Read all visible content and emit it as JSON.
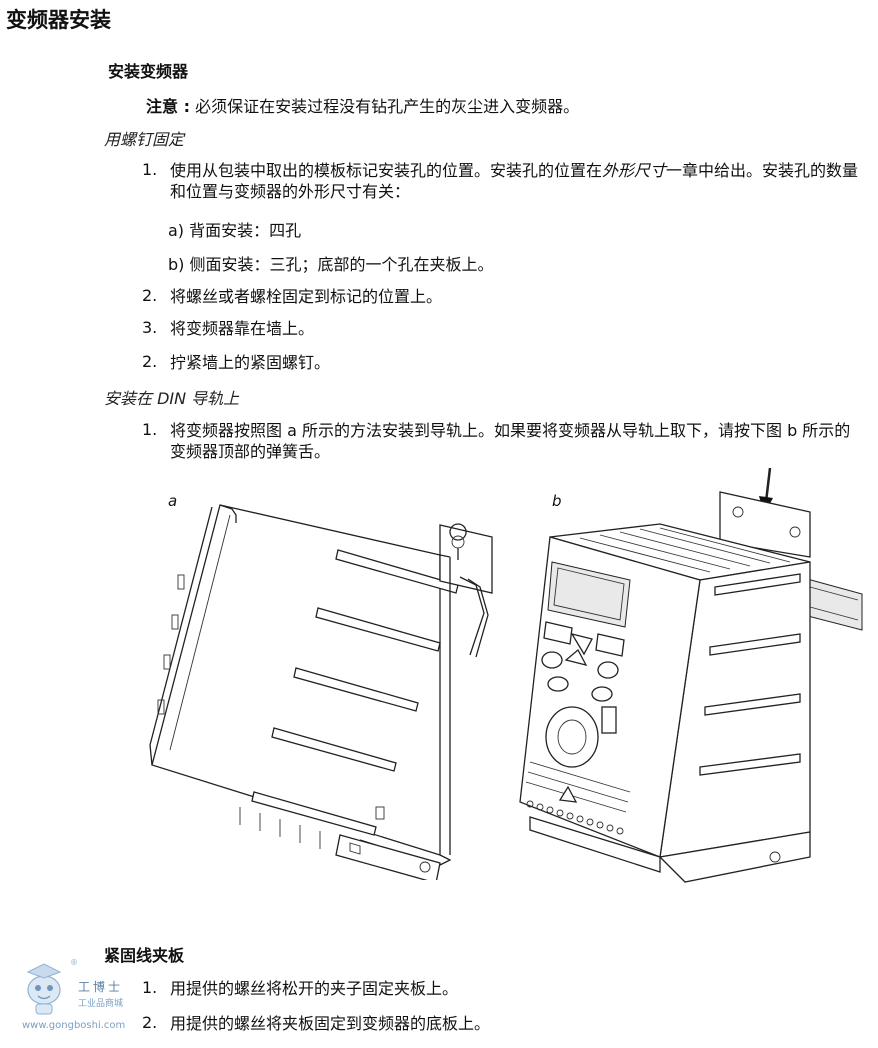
{
  "page": {
    "title": "变频器安装",
    "section1": {
      "heading": "安装变频器",
      "note_label": "注意 :",
      "note_text": " 必须保证在安装过程没有钻孔产生的灰尘进入变频器。",
      "screw_subheading": "用螺钉固定",
      "screw_steps": [
        {
          "num": "1.",
          "text_a": "使用从包装中取出的模板标记安装孔的位置。安装孔的位置在",
          "text_italic": "外形尺寸",
          "text_b": "一章中给出。安装孔的数量和位置与变频器的外形尺寸有关："
        },
        {
          "num": "2.",
          "text": "将螺丝或者螺栓固定到标记的位置上。"
        },
        {
          "num": "3.",
          "text": "将变频器靠在墙上。"
        },
        {
          "num": "2.",
          "text": "拧紧墙上的紧固螺钉。"
        }
      ],
      "screw_substeps": [
        {
          "label": "a)",
          "text": "背面安装：四孔"
        },
        {
          "label": "b)",
          "text": "侧面安装：三孔；底部的一个孔在夹板上。"
        }
      ],
      "din_subheading": "安装在 DIN 导轨上",
      "din_steps": [
        {
          "num": "1.",
          "text": "将变频器按照图 a 所示的方法安装到导轨上。如果要将变频器从导轨上取下，请按下图 b 所示的变频器顶部的弹簧舌。"
        }
      ],
      "figure_labels": {
        "a": "a",
        "b": "b"
      }
    },
    "section2": {
      "heading": "紧固线夹板",
      "steps": [
        {
          "num": "1.",
          "text": "用提供的螺丝将松开的夹子固定夹板上。"
        },
        {
          "num": "2.",
          "text": "用提供的螺丝将夹板固定到变频器的底板上。"
        }
      ]
    },
    "watermark": {
      "brand": "工博士",
      "tagline": "工业品商城",
      "url": "www.gongboshi.com",
      "registered": "®"
    }
  }
}
